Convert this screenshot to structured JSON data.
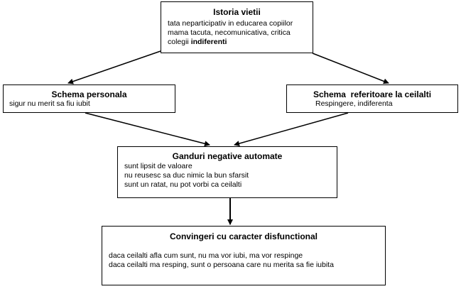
{
  "boxes": {
    "history": {
      "title": "Istoria vietii",
      "lines": [
        "tata neparticipativ in educarea copiilor",
        "mama tacuta, necomunicativa, critica"
      ],
      "last_prefix": "colegii ",
      "last_bold": "indiferenti"
    },
    "personal": {
      "title": "Schema personala",
      "lines": [
        "sigur nu merit sa fiu iubit"
      ]
    },
    "others": {
      "title": "Schema  referitoare la ceilalti",
      "lines": [
        "Respingere, indiferenta"
      ]
    },
    "negative": {
      "title": "Ganduri negative automate",
      "lines": [
        "sunt lipsit de valoare",
        "nu reusesc sa duc nimic la bun sfarsit",
        "sunt un ratat, nu pot vorbi ca ceilalti"
      ]
    },
    "beliefs": {
      "title": "Convingeri cu caracter disfunctional",
      "lines": [
        "daca ceilalti afla cum sunt, nu ma vor iubi, ma vor respinge",
        "daca ceilalti ma resping, sunt o persoana care nu merita sa fie iubita"
      ]
    }
  }
}
